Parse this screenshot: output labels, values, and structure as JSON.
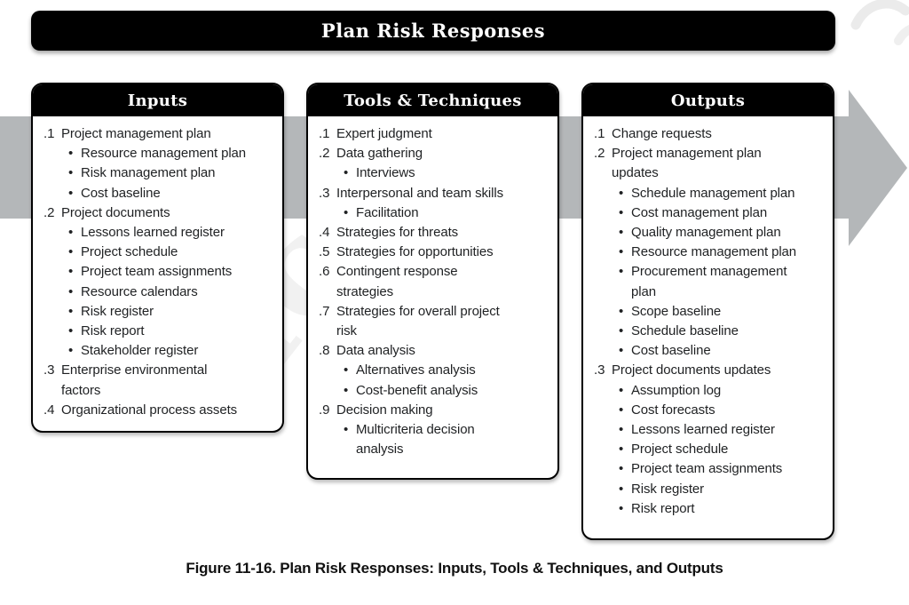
{
  "title": "Plan Risk Responses",
  "caption": "Figure 11-16. Plan Risk Responses: Inputs, Tools & Techniques, and Outputs",
  "colors": {
    "box_fill": "#000000",
    "box_text": "#ffffff",
    "arrow_gray": "#b4b7b9",
    "body_text": "#1f2123",
    "background": "#ffffff"
  },
  "watermark": {
    "fragment": "tic"
  },
  "columns": [
    {
      "header": "Inputs",
      "items": [
        {
          "num": ".1",
          "lines": [
            "Project management plan"
          ],
          "bullets": [
            {
              "lines": [
                "Resource management plan"
              ]
            },
            {
              "lines": [
                "Risk management plan"
              ]
            },
            {
              "lines": [
                "Cost baseline"
              ]
            }
          ]
        },
        {
          "num": ".2",
          "lines": [
            "Project documents"
          ],
          "bullets": [
            {
              "lines": [
                "Lessons learned register"
              ]
            },
            {
              "lines": [
                "Project schedule"
              ]
            },
            {
              "lines": [
                "Project team assignments"
              ]
            },
            {
              "lines": [
                "Resource calendars"
              ]
            },
            {
              "lines": [
                "Risk register"
              ]
            },
            {
              "lines": [
                "Risk report"
              ]
            },
            {
              "lines": [
                "Stakeholder register"
              ]
            }
          ]
        },
        {
          "num": ".3",
          "lines": [
            "Enterprise environmental",
            "factors"
          ],
          "bullets": []
        },
        {
          "num": ".4",
          "lines": [
            "Organizational process assets"
          ],
          "bullets": []
        }
      ]
    },
    {
      "header": "Tools & Techniques",
      "items": [
        {
          "num": ".1",
          "lines": [
            "Expert judgment"
          ],
          "bullets": []
        },
        {
          "num": ".2",
          "lines": [
            "Data gathering"
          ],
          "bullets": [
            {
              "lines": [
                "Interviews"
              ]
            }
          ]
        },
        {
          "num": ".3",
          "lines": [
            "Interpersonal and team skills"
          ],
          "bullets": [
            {
              "lines": [
                "Facilitation"
              ]
            }
          ]
        },
        {
          "num": ".4",
          "lines": [
            "Strategies for threats"
          ],
          "bullets": []
        },
        {
          "num": ".5",
          "lines": [
            "Strategies for opportunities"
          ],
          "bullets": []
        },
        {
          "num": ".6",
          "lines": [
            "Contingent response",
            "strategies"
          ],
          "bullets": []
        },
        {
          "num": ".7",
          "lines": [
            "Strategies for overall project",
            "risk"
          ],
          "bullets": []
        },
        {
          "num": ".8",
          "lines": [
            "Data analysis"
          ],
          "bullets": [
            {
              "lines": [
                "Alternatives analysis"
              ]
            },
            {
              "lines": [
                "Cost-benefit analysis"
              ]
            }
          ]
        },
        {
          "num": ".9",
          "lines": [
            "Decision making"
          ],
          "bullets": [
            {
              "lines": [
                "Multicriteria decision",
                "analysis"
              ]
            }
          ]
        }
      ]
    },
    {
      "header": "Outputs",
      "items": [
        {
          "num": ".1",
          "lines": [
            "Change requests"
          ],
          "bullets": []
        },
        {
          "num": ".2",
          "lines": [
            "Project management plan",
            "updates"
          ],
          "bullets": [
            {
              "lines": [
                "Schedule management plan"
              ]
            },
            {
              "lines": [
                "Cost management plan"
              ]
            },
            {
              "lines": [
                "Quality management plan"
              ]
            },
            {
              "lines": [
                "Resource management plan"
              ]
            },
            {
              "lines": [
                "Procurement management",
                "plan"
              ]
            },
            {
              "lines": [
                "Scope baseline"
              ]
            },
            {
              "lines": [
                "Schedule baseline"
              ]
            },
            {
              "lines": [
                "Cost baseline"
              ]
            }
          ]
        },
        {
          "num": ".3",
          "lines": [
            "Project documents updates"
          ],
          "bullets": [
            {
              "lines": [
                "Assumption log"
              ]
            },
            {
              "lines": [
                "Cost forecasts"
              ]
            },
            {
              "lines": [
                "Lessons learned register"
              ]
            },
            {
              "lines": [
                "Project schedule"
              ]
            },
            {
              "lines": [
                "Project team assignments"
              ]
            },
            {
              "lines": [
                "Risk register"
              ]
            },
            {
              "lines": [
                "Risk report"
              ]
            }
          ]
        }
      ]
    }
  ]
}
